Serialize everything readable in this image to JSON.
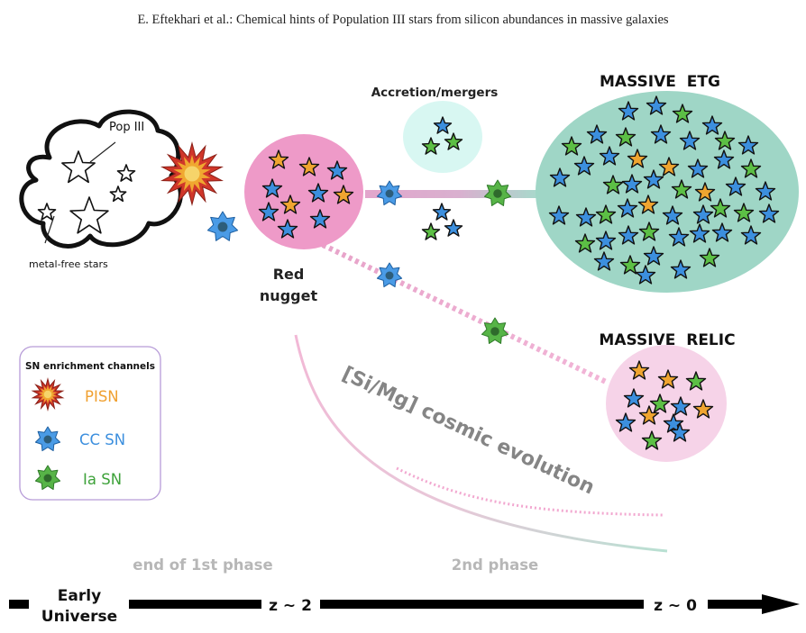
{
  "header": "E. Eftekhari et al.: Chemical hints of Population III stars from silicon abundances in massive galaxies",
  "labels": {
    "pop3": "Pop III",
    "metal_free": "metal-free stars",
    "red_nugget_line1": "Red",
    "red_nugget_line2": "nugget",
    "accretion": "Accretion/mergers",
    "massive_etg": "MASSIVE ETG",
    "massive_relic": "MASSIVE RELIC",
    "cosmic_evolution": "[Si/Mg] cosmic evolution",
    "phase1": "end of 1st phase",
    "phase2": "2nd phase"
  },
  "legend": {
    "title": "SN enrichment channels",
    "items": [
      {
        "label": "PISN",
        "icon": "pisn-explosion-icon",
        "color": "#f0a030"
      },
      {
        "label": "CC SN",
        "icon": "cc-sn-burst-icon",
        "color": "#3c8fde"
      },
      {
        "label": "Ia SN",
        "icon": "ia-sn-burst-icon",
        "color": "#3ea23a"
      }
    ]
  },
  "timeline": {
    "start_line1": "Early",
    "start_line2": "Universe",
    "mid": "z ~ 2",
    "end": "z ~ 0"
  },
  "colors": {
    "orange_star": "#f0a530",
    "blue_star": "#3c8fde",
    "green_star": "#5cbf45",
    "red_nugget": "#ee9ac8",
    "etg": "#9fd6c6",
    "relic": "#f6d3e8",
    "accretion": "#d8f7f2"
  }
}
